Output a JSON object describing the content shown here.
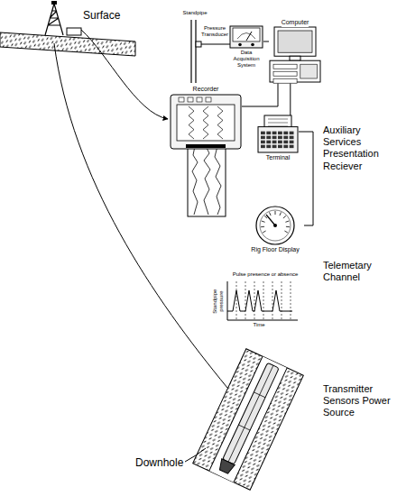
{
  "diagram": {
    "nodes": [
      {
        "text": [
          "Data Acquisition System"
        ]
      },
      {
        "text": [
          "Computer"
        ]
      },
      {
        "text": [
          "Recorder"
        ]
      },
      {
        "text": [
          "Terminal"
        ]
      },
      {
        "text": [
          "Rig Floor Display"
        ]
      }
    ],
    "edges": [
      {
        "from": 0,
        "to": 1,
        "arrow": "none"
      },
      {
        "from": 1,
        "to": 2,
        "arrow": "none"
      },
      {
        "from": 1,
        "to": 3,
        "arrow": "none"
      },
      {
        "from": 3,
        "to": 4,
        "arrow": "none"
      }
    ],
    "labels": [
      "Surface",
      "Standpipe",
      "Pressure Transducer",
      "Auxiliary Services Presentation Reciever",
      "Pulse presence or absence",
      "Standpipe pressure",
      "Time",
      "Telemetary Channel",
      "Transmitter Sensors Power Source",
      "Downhole"
    ]
  }
}
